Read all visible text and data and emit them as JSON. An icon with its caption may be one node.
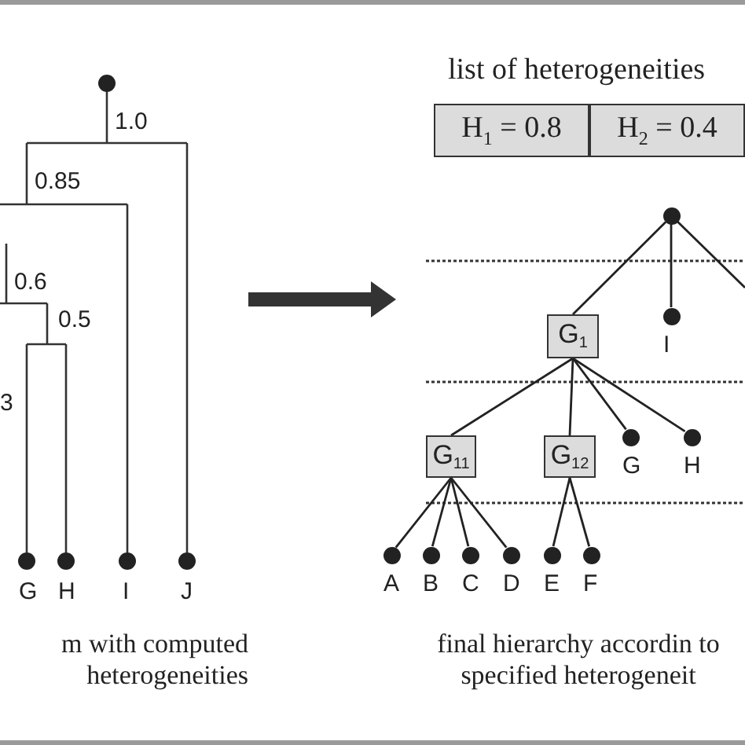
{
  "diagram": {
    "nodes": [
      {
        "text": [
          "H$_{1}$ = 0.8"
        ]
      },
      {
        "text": [
          "H$_{2}$ = 0.4"
        ]
      },
      {
        "text": [],
        "shape": "circle"
      },
      {
        "text": [
          "G$_{1}$"
        ]
      },
      {
        "text": [],
        "shape": "circle",
        "beside": [
          "I"
        ]
      },
      {
        "text": [
          "G$_{11}$"
        ]
      },
      {
        "text": [
          "G$_{12}$"
        ]
      },
      {
        "text": [],
        "shape": "circle",
        "beside": [
          "G"
        ]
      },
      {
        "text": [],
        "shape": "circle",
        "beside": [
          "H"
        ]
      },
      {
        "text": [],
        "shape": "circle",
        "beside": [
          "A"
        ]
      },
      {
        "text": [],
        "shape": "circle",
        "beside": [
          "B"
        ]
      },
      {
        "text": [],
        "shape": "circle",
        "beside": [
          "C"
        ]
      },
      {
        "text": [],
        "shape": "circle",
        "beside": [
          "D"
        ]
      },
      {
        "text": [],
        "shape": "circle",
        "beside": [
          "E"
        ]
      },
      {
        "text": [],
        "shape": "circle",
        "beside": [
          "F"
        ]
      }
    ],
    "edges": [
      {
        "from": 2,
        "to": 3,
        "arrow": "none"
      },
      {
        "from": 2,
        "to": 4,
        "arrow": "none"
      },
      {
        "from": 2,
        "to": null,
        "arrow": "none"
      },
      {
        "from": 3,
        "to": 5,
        "arrow": "none"
      },
      {
        "from": 3,
        "to": 6,
        "arrow": "none"
      },
      {
        "from": 3,
        "to": 7,
        "arrow": "none"
      },
      {
        "from": 3,
        "to": 8,
        "arrow": "none"
      },
      {
        "from": 5,
        "to": 9,
        "arrow": "none"
      },
      {
        "from": 5,
        "to": 10,
        "arrow": "none"
      },
      {
        "from": 5,
        "to": 11,
        "arrow": "none"
      },
      {
        "from": 5,
        "to": 12,
        "arrow": "none"
      },
      {
        "from": 6,
        "to": 13,
        "arrow": "none"
      },
      {
        "from": 6,
        "to": 14,
        "arrow": "none"
      }
    ],
    "labels": [
      "1.0",
      "0.85",
      "0.6",
      "0.5",
      "3",
      "G",
      "H",
      "I",
      "J",
      "m with computed heterogeneities",
      "list of heterogeneities",
      "final hierarchy accordin to specified heterogeneit"
    ]
  }
}
